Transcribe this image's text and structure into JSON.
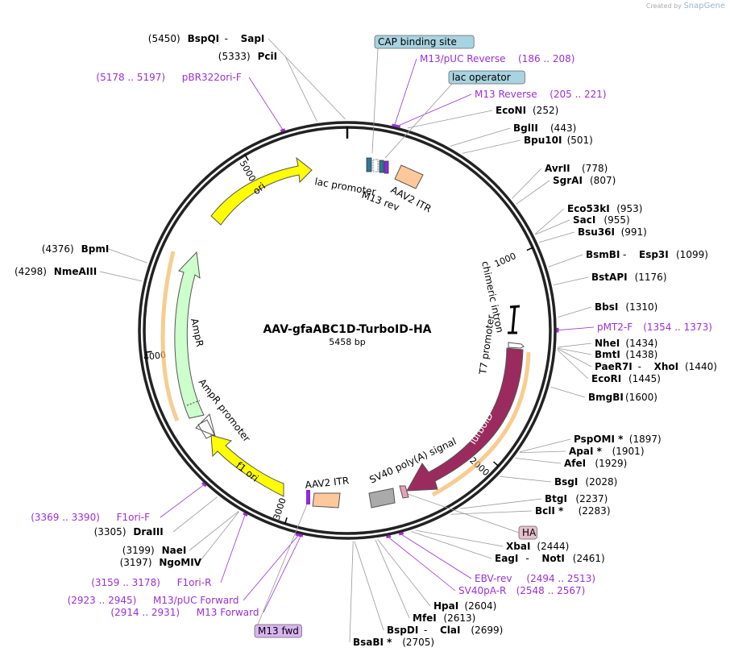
{
  "credit": {
    "prefix": "Created by",
    "brand": "SnapGene"
  },
  "map": {
    "name": "AAV-gfaABC1D-TurboID-HA",
    "length_label": "5458 bp",
    "length": 5458
  },
  "ticks": [
    {
      "pos": 1000,
      "label": "1000"
    },
    {
      "pos": 2000,
      "label": "2000"
    },
    {
      "pos": 3000,
      "label": "3000"
    },
    {
      "pos": 4000,
      "label": "4000"
    },
    {
      "pos": 5000,
      "label": "5000"
    }
  ],
  "enzymes": [
    {
      "parts": [
        {
          "t": "(5450)",
          "k": "num"
        },
        {
          "t": "BspQI",
          "k": "name"
        },
        {
          "t": "-",
          "k": "num"
        },
        {
          "t": "SapI",
          "k": "name"
        }
      ],
      "pos": 5450
    },
    {
      "parts": [
        {
          "t": "(5333)",
          "k": "num"
        },
        {
          "t": "PciI",
          "k": "name"
        }
      ],
      "pos": 5333
    },
    {
      "parts": [
        {
          "t": "EcoNI",
          "k": "name"
        },
        {
          "t": "(252)",
          "k": "num"
        }
      ],
      "pos": 252
    },
    {
      "parts": [
        {
          "t": "BglII",
          "k": "name"
        },
        {
          "t": "(443)",
          "k": "num"
        }
      ],
      "pos": 443
    },
    {
      "parts": [
        {
          "t": "Bpu10I",
          "k": "name"
        },
        {
          "t": "(501)",
          "k": "num"
        }
      ],
      "pos": 501
    },
    {
      "parts": [
        {
          "t": "AvrII",
          "k": "name"
        },
        {
          "t": "(778)",
          "k": "num"
        }
      ],
      "pos": 778
    },
    {
      "parts": [
        {
          "t": "SgrAI",
          "k": "name"
        },
        {
          "t": "(807)",
          "k": "num"
        }
      ],
      "pos": 807
    },
    {
      "parts": [
        {
          "t": "Eco53kI",
          "k": "name"
        },
        {
          "t": "(953)",
          "k": "num"
        }
      ],
      "pos": 953
    },
    {
      "parts": [
        {
          "t": "SacI",
          "k": "name"
        },
        {
          "t": "(955)",
          "k": "num"
        }
      ],
      "pos": 955
    },
    {
      "parts": [
        {
          "t": "Bsu36I",
          "k": "name"
        },
        {
          "t": "(991)",
          "k": "num"
        }
      ],
      "pos": 991
    },
    {
      "parts": [
        {
          "t": "BsmBI",
          "k": "name"
        },
        {
          "t": "-",
          "k": "num"
        },
        {
          "t": "Esp3I",
          "k": "name"
        },
        {
          "t": "(1099)",
          "k": "num"
        }
      ],
      "pos": 1099
    },
    {
      "parts": [
        {
          "t": "BstAPI",
          "k": "name"
        },
        {
          "t": "(1176)",
          "k": "num"
        }
      ],
      "pos": 1176
    },
    {
      "parts": [
        {
          "t": "BbsI",
          "k": "name"
        },
        {
          "t": "(1310)",
          "k": "num"
        }
      ],
      "pos": 1310
    },
    {
      "parts": [
        {
          "t": "NheI",
          "k": "name"
        },
        {
          "t": "(1434)",
          "k": "num"
        }
      ],
      "pos": 1434
    },
    {
      "parts": [
        {
          "t": "BmtI",
          "k": "name"
        },
        {
          "t": "(1438)",
          "k": "num"
        }
      ],
      "pos": 1438
    },
    {
      "parts": [
        {
          "t": "PaeR7I",
          "k": "name"
        },
        {
          "t": "-",
          "k": "num"
        },
        {
          "t": "XhoI",
          "k": "name"
        },
        {
          "t": "(1440)",
          "k": "num"
        }
      ],
      "pos": 1440
    },
    {
      "parts": [
        {
          "t": "EcoRI",
          "k": "name"
        },
        {
          "t": "(1445)",
          "k": "num"
        }
      ],
      "pos": 1445
    },
    {
      "parts": [
        {
          "t": "BmgBI",
          "k": "name"
        },
        {
          "t": "(1600)",
          "k": "num"
        }
      ],
      "pos": 1600
    },
    {
      "parts": [
        {
          "t": "PspOMI *",
          "k": "name"
        },
        {
          "t": "(1897)",
          "k": "num"
        }
      ],
      "pos": 1897
    },
    {
      "parts": [
        {
          "t": "ApaI *",
          "k": "name"
        },
        {
          "t": "(1901)",
          "k": "num"
        }
      ],
      "pos": 1901
    },
    {
      "parts": [
        {
          "t": "AfeI",
          "k": "name"
        },
        {
          "t": "(1929)",
          "k": "num"
        }
      ],
      "pos": 1929
    },
    {
      "parts": [
        {
          "t": "BsgI",
          "k": "name"
        },
        {
          "t": "(2028)",
          "k": "num"
        }
      ],
      "pos": 2028
    },
    {
      "parts": [
        {
          "t": "BtgI",
          "k": "name"
        },
        {
          "t": "(2237)",
          "k": "num"
        }
      ],
      "pos": 2237
    },
    {
      "parts": [
        {
          "t": "BclI *",
          "k": "name"
        },
        {
          "t": "(2283)",
          "k": "num"
        }
      ],
      "pos": 2283
    },
    {
      "parts": [
        {
          "t": "XbaI",
          "k": "name"
        },
        {
          "t": "(2444)",
          "k": "num"
        }
      ],
      "pos": 2444
    },
    {
      "parts": [
        {
          "t": "EagI",
          "k": "name"
        },
        {
          "t": "-",
          "k": "num"
        },
        {
          "t": "NotI",
          "k": "name"
        },
        {
          "t": "(2461)",
          "k": "num"
        }
      ],
      "pos": 2461
    },
    {
      "parts": [
        {
          "t": "HpaI",
          "k": "name"
        },
        {
          "t": "(2604)",
          "k": "num"
        }
      ],
      "pos": 2604
    },
    {
      "parts": [
        {
          "t": "MfeI",
          "k": "name"
        },
        {
          "t": "(2613)",
          "k": "num"
        }
      ],
      "pos": 2613
    },
    {
      "parts": [
        {
          "t": "BspDI",
          "k": "name"
        },
        {
          "t": "-",
          "k": "num"
        },
        {
          "t": "ClaI",
          "k": "name"
        },
        {
          "t": "(2699)",
          "k": "num"
        }
      ],
      "pos": 2699
    },
    {
      "parts": [
        {
          "t": "BsaBI *",
          "k": "name"
        },
        {
          "t": "(2705)",
          "k": "num"
        }
      ],
      "pos": 2705
    },
    {
      "parts": [
        {
          "t": "(3305)",
          "k": "num"
        },
        {
          "t": "DraIII",
          "k": "name"
        }
      ],
      "pos": 3305
    },
    {
      "parts": [
        {
          "t": "(3199)",
          "k": "num"
        },
        {
          "t": "NaeI",
          "k": "name"
        }
      ],
      "pos": 3199
    },
    {
      "parts": [
        {
          "t": "(3197)",
          "k": "num"
        },
        {
          "t": "NgoMIV",
          "k": "name"
        }
      ],
      "pos": 3197
    },
    {
      "parts": [
        {
          "t": "(4376)",
          "k": "num"
        },
        {
          "t": "BpmI",
          "k": "name"
        }
      ],
      "pos": 4376
    },
    {
      "parts": [
        {
          "t": "(4298)",
          "k": "num"
        },
        {
          "t": "NmeAIII",
          "k": "name"
        }
      ],
      "pos": 4298
    }
  ],
  "primers": [
    {
      "name": "M13/pUC Reverse",
      "range": "(186 .. 208)",
      "start": 186,
      "end": 208
    },
    {
      "name": "M13 Reverse",
      "range": "(205 .. 221)",
      "start": 205,
      "end": 221
    },
    {
      "name": "pMT2-F",
      "range": "(1354 .. 1373)",
      "start": 1354,
      "end": 1373
    },
    {
      "name": "EBV-rev",
      "range": "(2494 .. 2513)",
      "start": 2494,
      "end": 2513
    },
    {
      "name": "SV40pA-R",
      "range": "(2548 .. 2567)",
      "start": 2548,
      "end": 2567
    },
    {
      "name": "pBR322ori-F",
      "range": "(5178 .. 5197)",
      "start": 5178,
      "end": 5197
    },
    {
      "name": "F1ori-F",
      "range": "(3369 .. 3390)",
      "start": 3369,
      "end": 3390
    },
    {
      "name": "F1ori-R",
      "range": "(3159 .. 3178)",
      "start": 3159,
      "end": 3178
    },
    {
      "name": "M13/pUC Forward",
      "range": "(2923 .. 2945)",
      "start": 2923,
      "end": 2945
    },
    {
      "name": "M13 Forward",
      "range": "(2914 .. 2931)",
      "start": 2914,
      "end": 2931
    }
  ],
  "boxed_labels": [
    {
      "name": "CAP binding site",
      "color": "#a8d3e0"
    },
    {
      "name": "lac operator",
      "color": "#a8d3e0"
    },
    {
      "name": "HA",
      "color": "#e8c0cc"
    },
    {
      "name": "M13 fwd",
      "color": "#d8b4f0"
    }
  ],
  "features": [
    {
      "name": "ori",
      "color": "#ffff00"
    },
    {
      "name": "AmpR",
      "color": "#ccffcc"
    },
    {
      "name": "AmpR promoter",
      "color": "#ffffff"
    },
    {
      "name": "f1 ori",
      "color": "#ffff00"
    },
    {
      "name": "AAV2 ITR",
      "color": "#ffc89b"
    },
    {
      "name": "AAV2 ITR",
      "color": "#ffc89b"
    },
    {
      "name": "lac promoter",
      "color": "#2b7a9b"
    },
    {
      "name": "M13 rev",
      "color": "#8a2be2"
    },
    {
      "name": "chimeric intron",
      "color": "#000000"
    },
    {
      "name": "T7 promoter",
      "color": "#ffffff"
    },
    {
      "name": "TurboID",
      "color": "#9b2b5e"
    },
    {
      "name": "SV40 poly(A) signal",
      "color": "#aaaaaa"
    }
  ]
}
